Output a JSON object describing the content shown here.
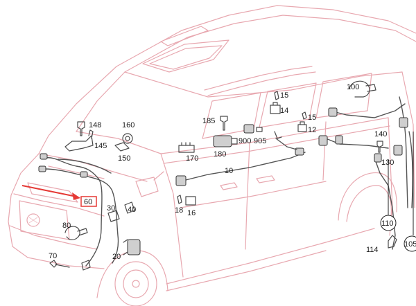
{
  "colors": {
    "outline": "#e8a8b0",
    "arrow": "#e53935",
    "highlight_box": "#e53935",
    "label": "#1a1a1a"
  },
  "callouts": {
    "c10": "10",
    "c12": "12",
    "c14": "14",
    "c15a": "15",
    "c15b": "15",
    "c16": "16",
    "c18": "18",
    "c20": "20",
    "c30": "30",
    "c40": "40",
    "c60": "60",
    "c70": "70",
    "c80": "80",
    "c100": "100",
    "c105": "105",
    "c110": "110",
    "c114": "114",
    "c130": "130",
    "c140": "140",
    "c145": "145",
    "c148": "148",
    "c150": "150",
    "c160": "160",
    "c170": "170",
    "c180": "180",
    "c185": "185",
    "c900": "900",
    "c905": "905"
  }
}
